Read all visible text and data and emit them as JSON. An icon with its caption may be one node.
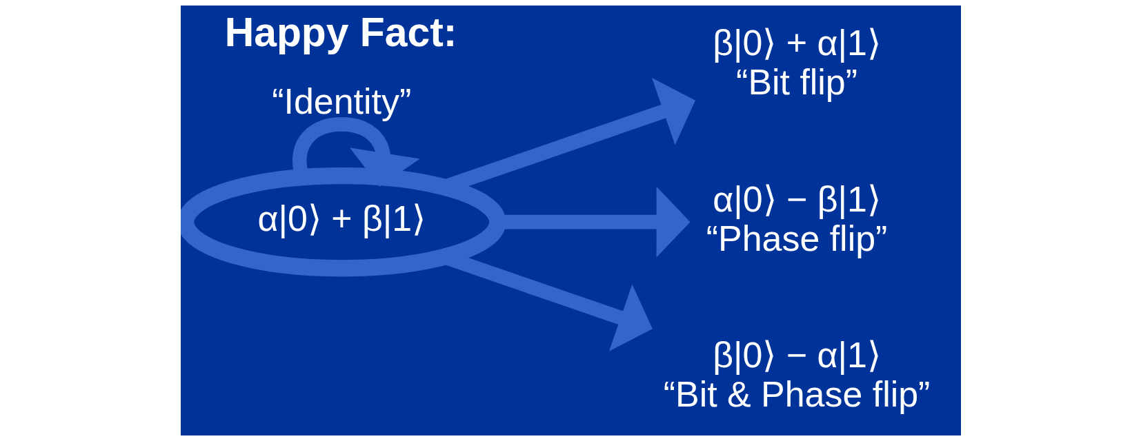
{
  "diagram": {
    "nodes": [
      {
        "text": [
          "α|0⟩ + β|1⟩"
        ]
      },
      {
        "text": [
          "β|0⟩ + α|1⟩",
          "“Bit flip”"
        ]
      },
      {
        "text": [
          "α|0⟩ − β|1⟩",
          "“Phase flip”"
        ]
      },
      {
        "text": [
          "β|0⟩ − α|1⟩",
          "“Bit & Phase flip”"
        ]
      }
    ],
    "edges": [
      {
        "from": 0,
        "to": 1,
        "arrow": "to"
      },
      {
        "from": 0,
        "to": 2,
        "arrow": "to"
      },
      {
        "from": 0,
        "to": 0,
        "arrow": "to",
        "label": "“Identity”"
      },
      {
        "from": 0,
        "to": 3,
        "arrow": "to"
      }
    ],
    "labels": [
      "Happy Fact:"
    ]
  }
}
